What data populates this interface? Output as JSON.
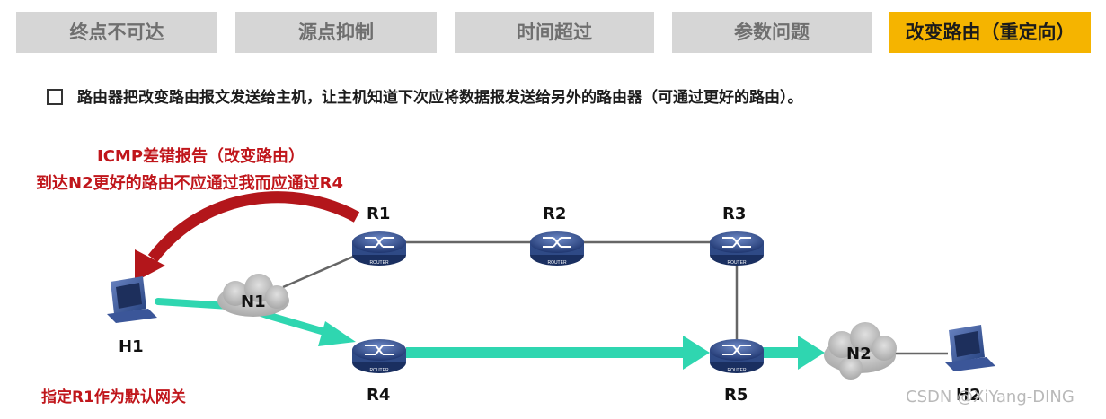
{
  "tabs": [
    {
      "label": "终点不可达",
      "active": false
    },
    {
      "label": "源点抑制",
      "active": false
    },
    {
      "label": "时间超过",
      "active": false
    },
    {
      "label": "参数问题",
      "active": false
    },
    {
      "label": "改变路由（重定向）",
      "active": true
    }
  ],
  "bullet": {
    "text": "路由器把改变路由报文发送给主机，让主机知道下次应将数据报发送给另外的路由器（可通过更好的路由）。"
  },
  "annotations": {
    "icmp_line1": "ICMP差错报告（改变路由）",
    "icmp_line2": "到达N2更好的路由不应通过我而应通过R4",
    "gateway_note": "指定R1作为默认网关"
  },
  "nodes": {
    "r1": "R1",
    "r2": "R2",
    "r3": "R3",
    "r4": "R4",
    "r5": "R5",
    "h1": "H1",
    "h2": "H2",
    "n1": "N1",
    "n2": "N2",
    "router_caption": "ROUTER"
  },
  "watermark": "CSDN @XiYang-DING",
  "colors": {
    "tab_inactive_bg": "#d6d6d6",
    "tab_active_bg": "#f5b400",
    "redirect_arrow": "#b3161b",
    "data_path": "#2fd6b0",
    "router_body": "#2f4a86"
  }
}
